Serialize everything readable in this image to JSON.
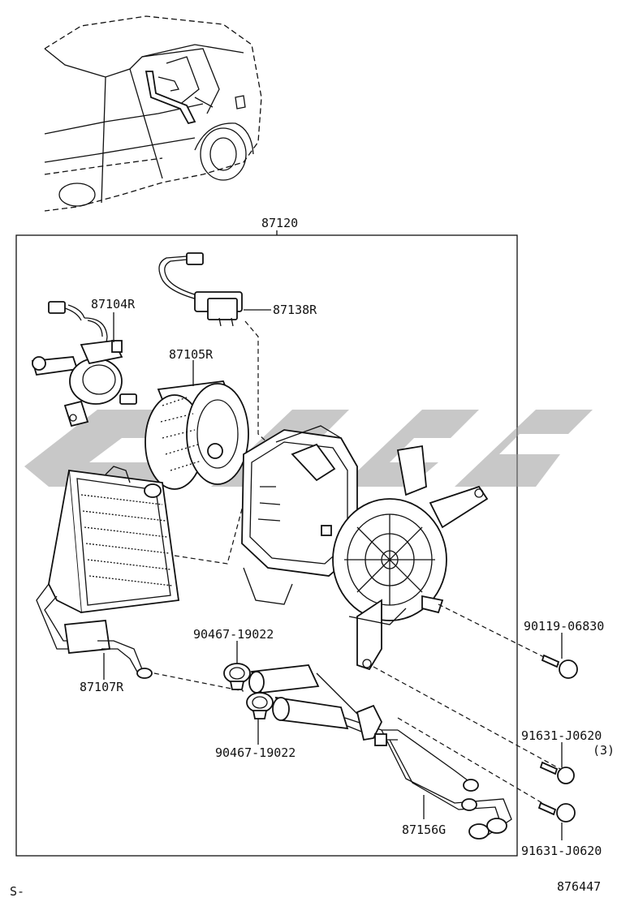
{
  "assembly": {
    "part_no": "87120"
  },
  "labels": {
    "p87104R": "87104R",
    "p87138R": "87138R",
    "p87105R": "87105R",
    "p87107R": "87107R",
    "p90467_top": "90467-19022",
    "p90467_bot": "90467-19022",
    "p90119": "90119-06830",
    "p91631_top": "91631-J0620",
    "p91631_qty": "(3)",
    "p91631_bot": "91631-J0620",
    "p87156G": "87156G"
  },
  "footer": {
    "left_code": "S-",
    "diagram_no": "876447"
  },
  "watermark": {
    "color": "#9a9a9a"
  }
}
